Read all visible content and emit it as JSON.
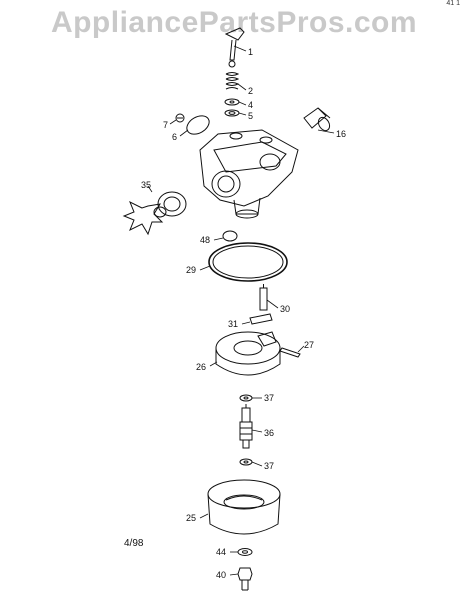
{
  "watermark": "AppliancePartsPros.com",
  "corner_mark": "41 1",
  "date_code": "4/98",
  "callouts": [
    {
      "id": "c1",
      "text": "1"
    },
    {
      "id": "c2",
      "text": "2"
    },
    {
      "id": "c4",
      "text": "4"
    },
    {
      "id": "c5",
      "text": "5"
    },
    {
      "id": "c7",
      "text": "7"
    },
    {
      "id": "c6",
      "text": "6"
    },
    {
      "id": "c16",
      "text": "16"
    },
    {
      "id": "c35",
      "text": "35"
    },
    {
      "id": "c48",
      "text": "48"
    },
    {
      "id": "c29",
      "text": "29"
    },
    {
      "id": "c30",
      "text": "30"
    },
    {
      "id": "c31",
      "text": "31"
    },
    {
      "id": "c27",
      "text": "27"
    },
    {
      "id": "c26",
      "text": "26"
    },
    {
      "id": "c37a",
      "text": "37"
    },
    {
      "id": "c36",
      "text": "36"
    },
    {
      "id": "c37b",
      "text": "37"
    },
    {
      "id": "c25",
      "text": "25"
    },
    {
      "id": "c44",
      "text": "44"
    },
    {
      "id": "c40",
      "text": "40"
    }
  ]
}
